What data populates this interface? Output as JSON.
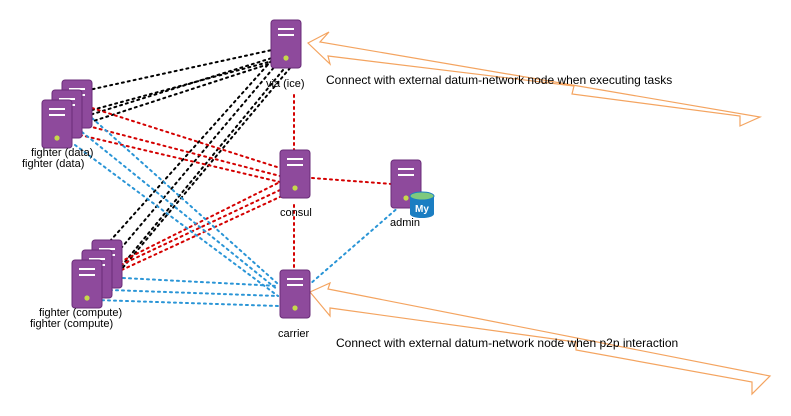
{
  "colors": {
    "server_fill": "#8e4a9c",
    "server_stroke": "#6a2c79",
    "server_stripe": "#ffffff",
    "server_led": "#c6d94a",
    "link_black": "#000000",
    "link_red": "#d40000",
    "link_blue": "#2a95d6",
    "arrow_stroke": "#f4a460",
    "db_fill": "#1b7ec2"
  },
  "nodes": {
    "via": {
      "label": "via (ice)",
      "icon": "server-icon"
    },
    "consul": {
      "label": "consul",
      "icon": "server-icon"
    },
    "admin": {
      "label": "admin",
      "icon": "server-icon",
      "badge": "My",
      "badge_icon": "mysql-database-icon"
    },
    "carrier": {
      "label": "carrier",
      "icon": "server-icon"
    },
    "fighter_data": {
      "label_back": "fighter (data)",
      "label_front": "fighter (data)",
      "icon": "server-stack-icon"
    },
    "fighter_compute": {
      "label_back": "fighter (compute)",
      "label_front": "fighter (compute)",
      "icon": "server-stack-icon"
    }
  },
  "annotations": {
    "top": "Connect with external datum-network node when executing tasks",
    "bottom": "Connect with external datum-network node when p2p interaction"
  }
}
